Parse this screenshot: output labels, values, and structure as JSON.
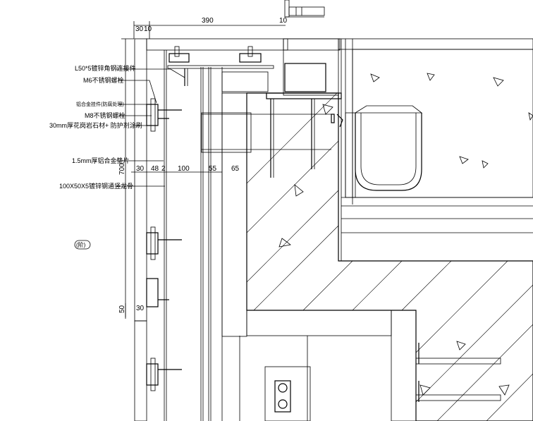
{
  "dimensions": {
    "top_30": "30",
    "top_10": "10",
    "top_390": "390",
    "top_10b": "10",
    "mid_30": "30",
    "mid_48": "48",
    "mid_2": "2",
    "mid_100": "100",
    "mid_55": "55",
    "mid_65": "65",
    "left_700": "700",
    "left_50": "50",
    "low_30": "30"
  },
  "labels": {
    "l1": "L50*5镀锌角钢连接件",
    "l2": "M6不锈钢螺栓",
    "l3": "铝合金挂件(防腐处理)",
    "l4": "M8不锈钢螺栓",
    "l5": "30mm厚花岗岩石材+ 防护剂涂刷",
    "l6": "1.5mm厚铝合金垫片",
    "l7": "100X50X5镀锌钢通竖龙骨",
    "side_tag": "(阶)"
  }
}
